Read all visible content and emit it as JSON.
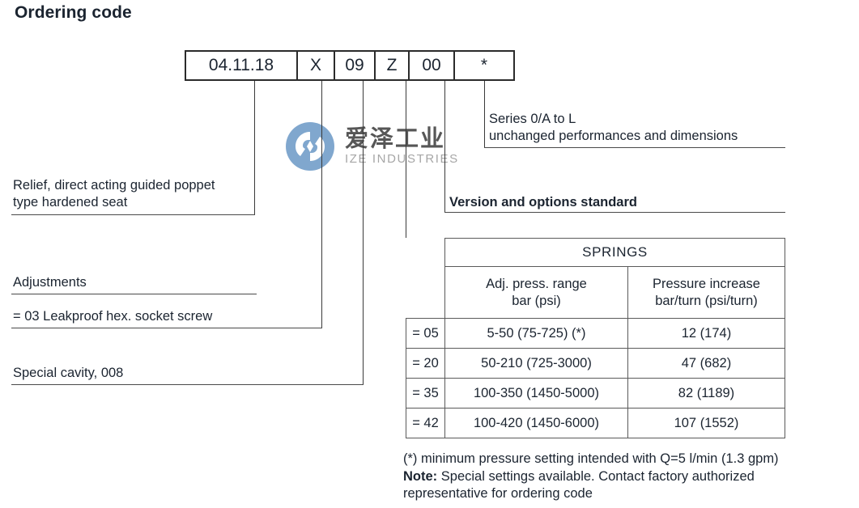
{
  "page_title": "Ordering code",
  "code_boxes": [
    {
      "name": "model-code",
      "value": "04.11.18"
    },
    {
      "name": "cavity-code",
      "value": "X"
    },
    {
      "name": "adjustment-code",
      "value": "09"
    },
    {
      "name": "spring-code",
      "value": "Z"
    },
    {
      "name": "version-code",
      "value": "00"
    },
    {
      "name": "series-code",
      "value": "*"
    }
  ],
  "annotations": {
    "relief_line1": "Relief, direct acting guided poppet",
    "relief_line2": "type hardened seat",
    "adjustments": "Adjustments",
    "adjustment_option": "= 03 Leakproof hex. socket screw",
    "special_cavity": "Special cavity, 008",
    "series_line1": "Series 0/A to L",
    "series_line2": "unchanged performances and dimensions",
    "version": "Version and options standard"
  },
  "springs_table": {
    "title": "SPRINGS",
    "headers": {
      "code": "",
      "range_line1": "Adj. press. range",
      "range_line2": "bar (psi)",
      "increase_line1": "Pressure increase",
      "increase_line2": "bar/turn (psi/turn)"
    },
    "rows": [
      {
        "code": "= 05",
        "range": "5-50 (75-725) (*)",
        "increase": "12 (174)"
      },
      {
        "code": "= 20",
        "range": "50-210 (725-3000)",
        "increase": "47 (682)"
      },
      {
        "code": "= 35",
        "range": "100-350 (1450-5000)",
        "increase": "82 (1189)"
      },
      {
        "code": "= 42",
        "range": "100-420 (1450-6000)",
        "increase": "107 (1552)"
      }
    ]
  },
  "footnote": {
    "line1": "(*) minimum pressure setting intended with Q=5 l/min (1.3 gpm)",
    "note_label": "Note:",
    "note_text": " Special settings available. Contact factory authorized",
    "line3": "representative for ordering code"
  },
  "watermark": {
    "chinese": "爱泽工业",
    "english": "IZE INDUSTRIES",
    "logo_color": "#6f9cc8"
  }
}
